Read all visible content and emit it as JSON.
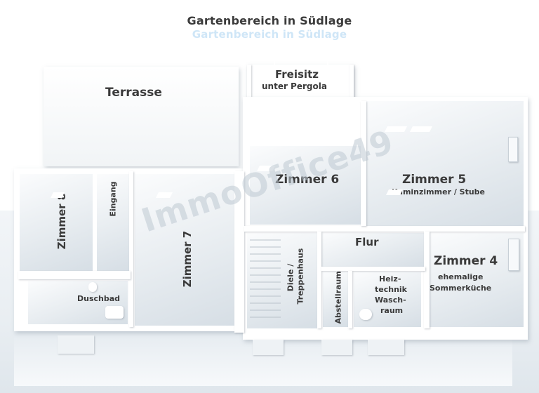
{
  "title": "Gartenbereich in Südlage",
  "title_echo": "Gartenbereich in Südlage",
  "rooms": {
    "terrasse": "Terrasse",
    "freisitz": "Freisitz",
    "freisitz_sub": "unter Pergola",
    "zimmer6": "Zimmer 6",
    "zimmer5": "Zimmer 5",
    "zimmer5_sub": "Kaminzimmer / Stube",
    "zimmer8": "Zimmer 8",
    "eingang": "Eingang",
    "zimmer7": "Zimmer 7",
    "duschbad": "Duschbad",
    "flur": "Flur",
    "diele_line1": "Diele /",
    "diele_line2": "Treppenhaus",
    "abstellraum": "Abstellraum",
    "heiztechnik_line1": "Heiz-",
    "heiztechnik_line2": "technik",
    "heiztechnik_line3": "Wasch-",
    "heiztechnik_line4": "raum",
    "zimmer4": "Zimmer 4",
    "zimmer4_sub1": "ehemalige",
    "zimmer4_sub2": "Sommerküche"
  },
  "watermark": "ImmoOffice49"
}
